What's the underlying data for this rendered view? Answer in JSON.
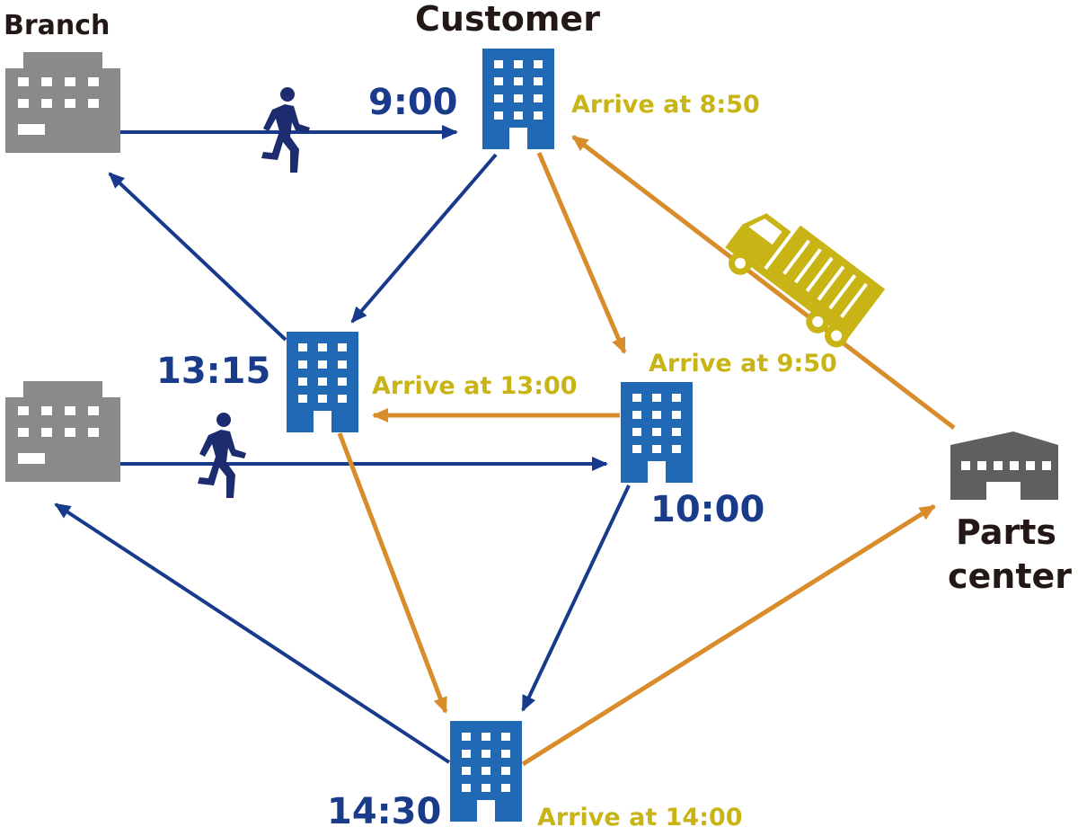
{
  "labels": {
    "branch": "Branch",
    "customer": "Customer",
    "parts_center_line1": "Parts",
    "parts_center_line2": "center"
  },
  "times": {
    "t1": "9:00",
    "t2": "10:00",
    "t3": "13:15",
    "t4": "14:30"
  },
  "arrivals": {
    "a1": "Arrive at 8:50",
    "a2": "Arrive at 9:50",
    "a3": "Arrive at 13:00",
    "a4": "Arrive at 14:00"
  },
  "colors": {
    "engineer_route": "#173a8c",
    "parts_route": "#d88c2a",
    "customer_building": "#2169b5",
    "branch_building": "#8a8a8a",
    "parts_center": "#5f5f5f",
    "truck": "#c9b416",
    "person": "#1c2c6e"
  },
  "icons": {
    "branch": "office-building-icon",
    "customer": "office-building-icon",
    "parts_center": "warehouse-icon",
    "engineer": "walking-person-icon",
    "vehicle": "delivery-truck-icon"
  }
}
